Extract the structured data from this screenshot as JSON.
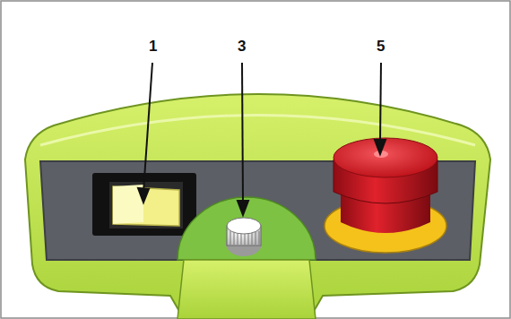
{
  "diagram": {
    "labels": [
      "1",
      "3",
      "5"
    ]
  }
}
